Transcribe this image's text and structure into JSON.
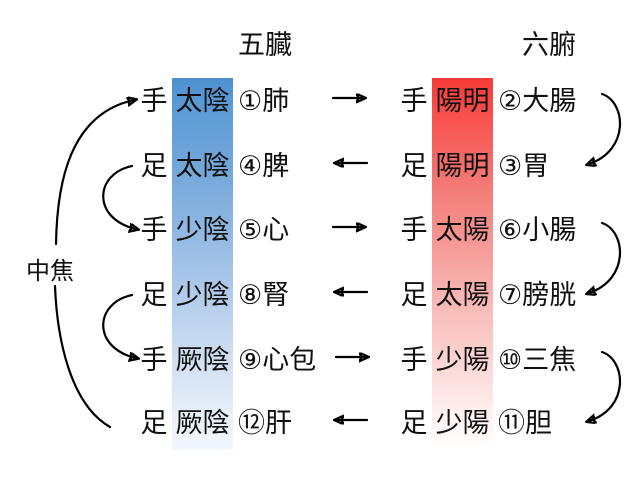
{
  "headers": {
    "left": "五臓",
    "right": "六腑"
  },
  "source_label": "中焦",
  "rows": [
    {
      "left": {
        "limb": "手",
        "channel": "太陰",
        "organ": "①肺"
      },
      "right": {
        "limb": "手",
        "channel": "陽明",
        "organ": "②大腸"
      },
      "middle_arrow": "→",
      "flow": "left-to-right"
    },
    {
      "left": {
        "limb": "足",
        "channel": "太陰",
        "organ": "④脾"
      },
      "right": {
        "limb": "足",
        "channel": "陽明",
        "organ": "③胃"
      },
      "middle_arrow": "←",
      "flow": "right-to-left"
    },
    {
      "left": {
        "limb": "手",
        "channel": "少陰",
        "organ": "⑤心"
      },
      "right": {
        "limb": "手",
        "channel": "太陽",
        "organ": "⑥小腸"
      },
      "middle_arrow": "→",
      "flow": "left-to-right"
    },
    {
      "left": {
        "limb": "足",
        "channel": "少陰",
        "organ": "⑧腎"
      },
      "right": {
        "limb": "足",
        "channel": "太陽",
        "organ": "⑦膀胱"
      },
      "middle_arrow": "←",
      "flow": "right-to-left"
    },
    {
      "left": {
        "limb": "手",
        "channel": "厥陰",
        "organ": "⑨心包"
      },
      "right": {
        "limb": "手",
        "channel": "少陽",
        "organ": "⑩三焦"
      },
      "middle_arrow": "→",
      "flow": "left-to-right"
    },
    {
      "left": {
        "limb": "足",
        "channel": "厥陰",
        "organ": "⑫肝"
      },
      "right": {
        "limb": "足",
        "channel": "少陽",
        "organ": "⑪胆"
      },
      "middle_arrow": "←",
      "flow": "right-to-left"
    }
  ],
  "colors": {
    "band_blue_top": "#4e8fd1",
    "band_blue_bottom": "#f2f7fc",
    "band_red_top": "#f63b38",
    "band_red_bottom": "#ffffff",
    "line": "#000000"
  }
}
